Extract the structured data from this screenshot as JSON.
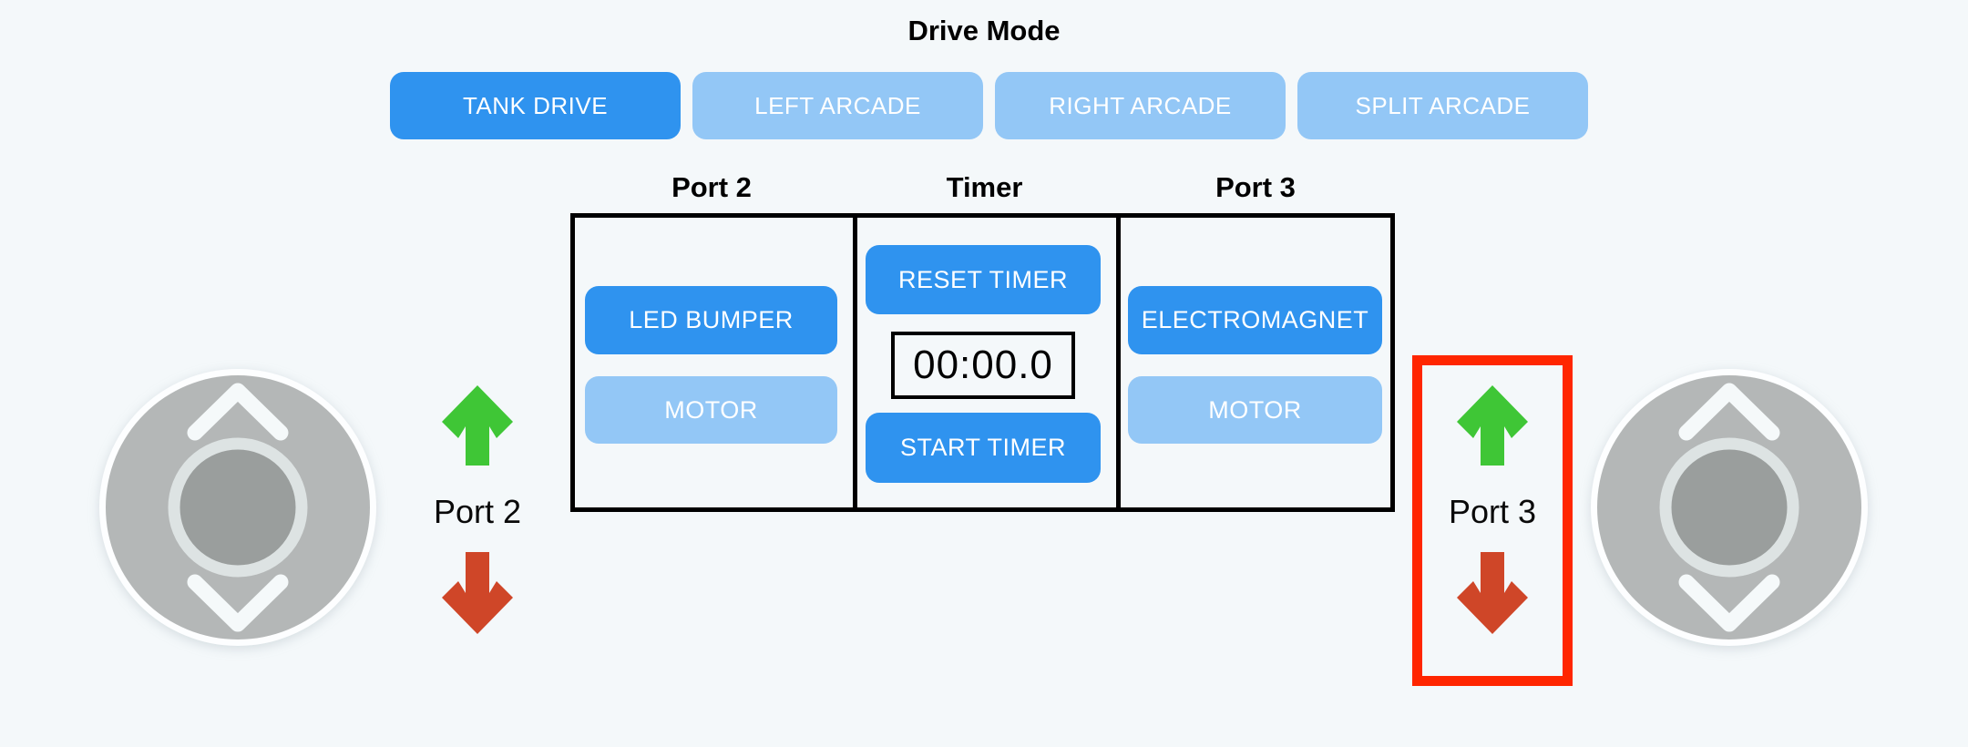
{
  "title": "Drive Mode",
  "drive_modes": {
    "buttons": [
      {
        "label": "TANK DRIVE",
        "state": "selected"
      },
      {
        "label": "LEFT ARCADE",
        "state": "unselected"
      },
      {
        "label": "RIGHT ARCADE",
        "state": "unselected"
      },
      {
        "label": "SPLIT ARCADE",
        "state": "unselected"
      }
    ]
  },
  "control_panel": {
    "port2": {
      "header": "Port 2",
      "buttons": [
        {
          "label": "LED BUMPER",
          "state": "selected"
        },
        {
          "label": "MOTOR",
          "state": "unselected"
        }
      ]
    },
    "timer": {
      "header": "Timer",
      "reset_button": "RESET TIMER",
      "display_value": "00:00.0",
      "start_button": "START TIMER"
    },
    "port3": {
      "header": "Port 3",
      "buttons": [
        {
          "label": "ELECTROMAGNET",
          "state": "selected"
        },
        {
          "label": "MOTOR",
          "state": "unselected"
        }
      ]
    }
  },
  "left_stick_group": {
    "label": "Port 2",
    "up_icon": "green-up-arrow",
    "down_icon": "red-down-arrow"
  },
  "right_stick_group": {
    "label": "Port 3",
    "up_icon": "green-up-arrow",
    "down_icon": "red-down-arrow",
    "highlighted": true
  },
  "colors": {
    "background": "#f4f8fa",
    "selected_blue": "#2f93ef",
    "unselected_blue": "#93c7f6",
    "up_arrow_green": "#3fc636",
    "down_arrow_red": "#cf4628",
    "highlight_red": "#ff2600",
    "joystick_gray": "#b4b7b7",
    "knob_gray": "#9a9e9d"
  }
}
